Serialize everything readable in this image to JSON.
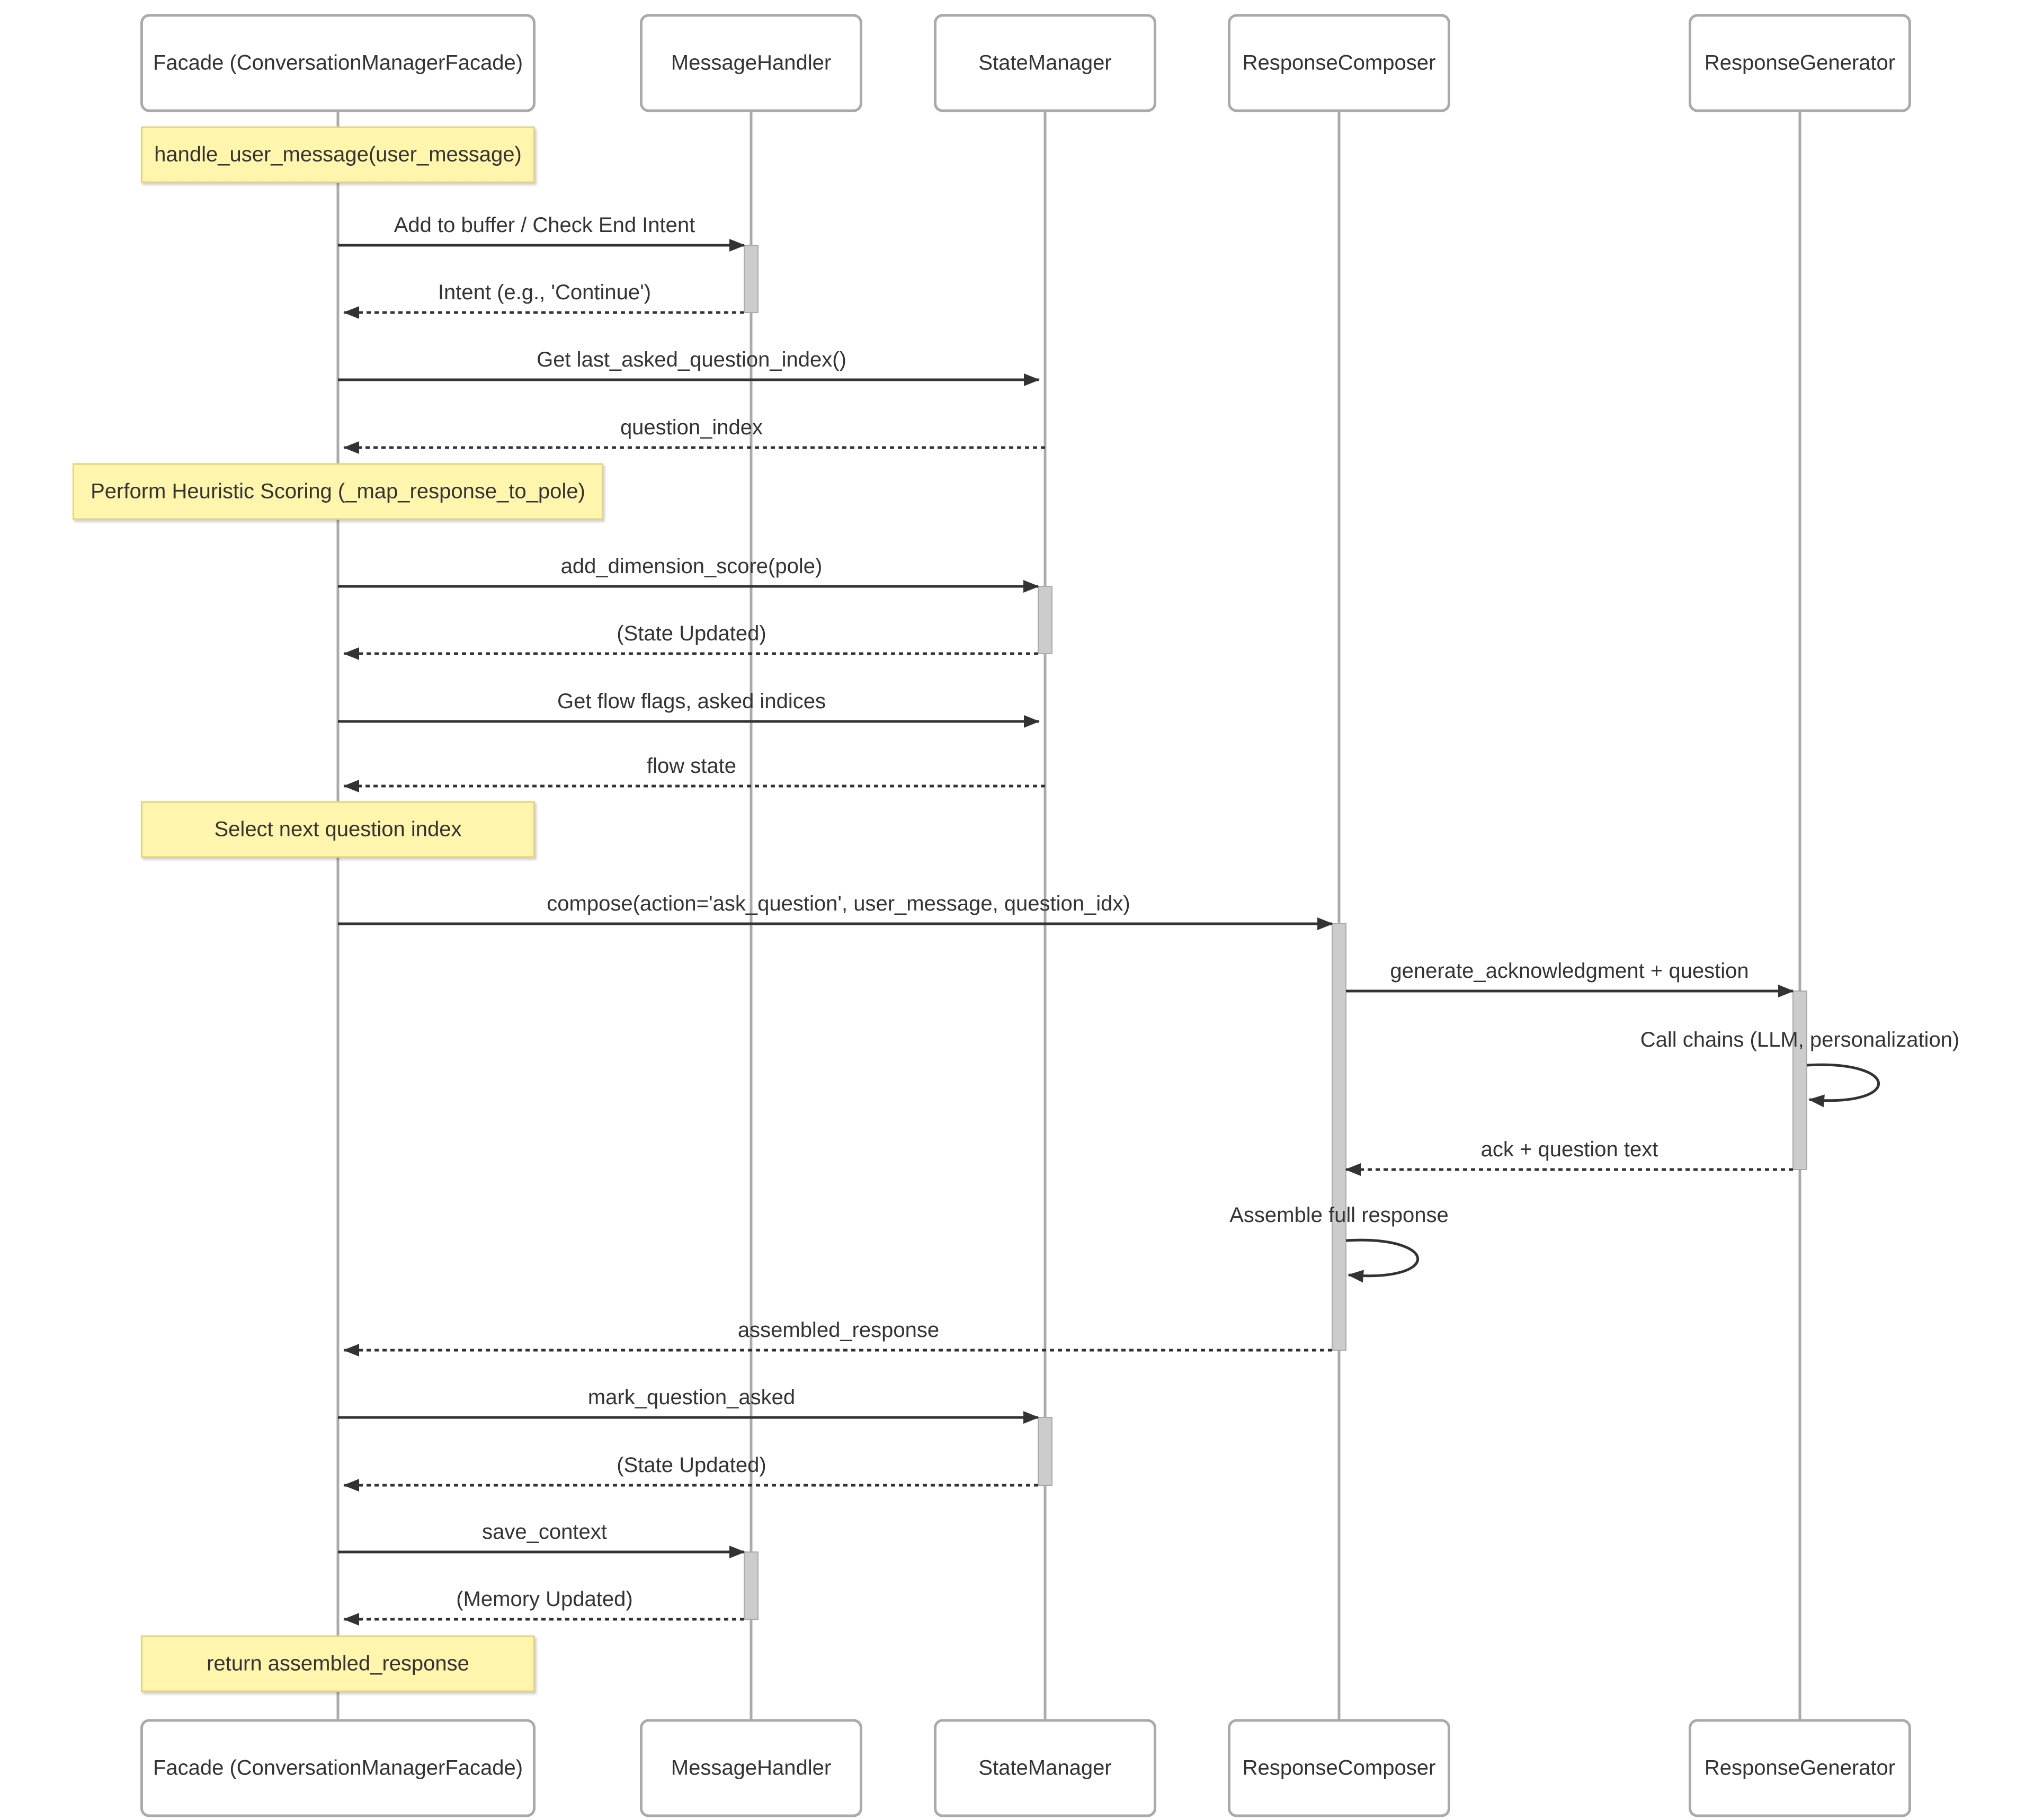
{
  "participants": [
    {
      "id": "facade",
      "label": "Facade (ConversationManagerFacade)"
    },
    {
      "id": "mh",
      "label": "MessageHandler"
    },
    {
      "id": "sm",
      "label": "StateManager"
    },
    {
      "id": "rc",
      "label": "ResponseComposer"
    },
    {
      "id": "rg",
      "label": "ResponseGenerator"
    }
  ],
  "events": [
    {
      "kind": "note",
      "over": "facade",
      "text": "handle_user_message(user_message)"
    },
    {
      "kind": "message",
      "from": "facade",
      "to": "mh",
      "text": "Add to buffer / Check End Intent",
      "style": "solid"
    },
    {
      "kind": "message",
      "from": "mh",
      "to": "facade",
      "text": "Intent (e.g., 'Continue')",
      "style": "dashed"
    },
    {
      "kind": "message",
      "from": "facade",
      "to": "sm",
      "text": "Get last_asked_question_index()",
      "style": "solid"
    },
    {
      "kind": "message",
      "from": "sm",
      "to": "facade",
      "text": "question_index",
      "style": "dashed"
    },
    {
      "kind": "note",
      "over": "facade",
      "text": "Perform Heuristic Scoring (_map_response_to_pole)"
    },
    {
      "kind": "message",
      "from": "facade",
      "to": "sm",
      "text": "add_dimension_score(pole)",
      "style": "solid"
    },
    {
      "kind": "message",
      "from": "sm",
      "to": "facade",
      "text": "(State Updated)",
      "style": "dashed"
    },
    {
      "kind": "message",
      "from": "facade",
      "to": "sm",
      "text": "Get flow flags, asked indices",
      "style": "solid"
    },
    {
      "kind": "message",
      "from": "sm",
      "to": "facade",
      "text": "flow state",
      "style": "dashed"
    },
    {
      "kind": "note",
      "over": "facade",
      "text": "Select next question index"
    },
    {
      "kind": "message",
      "from": "facade",
      "to": "rc",
      "text": "compose(action='ask_question', user_message, question_idx)",
      "style": "solid"
    },
    {
      "kind": "message",
      "from": "rc",
      "to": "rg",
      "text": "generate_acknowledgment + question",
      "style": "solid"
    },
    {
      "kind": "self",
      "on": "rg",
      "text": "Call chains (LLM, personalization)"
    },
    {
      "kind": "message",
      "from": "rg",
      "to": "rc",
      "text": "ack + question text",
      "style": "dashed"
    },
    {
      "kind": "self",
      "on": "rc",
      "text": "Assemble full response"
    },
    {
      "kind": "message",
      "from": "rc",
      "to": "facade",
      "text": "assembled_response",
      "style": "dashed"
    },
    {
      "kind": "message",
      "from": "facade",
      "to": "sm",
      "text": "mark_question_asked",
      "style": "solid"
    },
    {
      "kind": "message",
      "from": "sm",
      "to": "facade",
      "text": "(State Updated)",
      "style": "dashed"
    },
    {
      "kind": "message",
      "from": "facade",
      "to": "mh",
      "text": "save_context",
      "style": "solid"
    },
    {
      "kind": "message",
      "from": "mh",
      "to": "facade",
      "text": "(Memory Updated)",
      "style": "dashed"
    },
    {
      "kind": "note",
      "over": "facade",
      "text": "return assembled_response"
    }
  ],
  "colors": {
    "note_fill": "#fff5ad",
    "note_stroke": "#e6d280",
    "activation_fill": "#cccccc",
    "lifeline": "#aaaaaa",
    "message": "#333333"
  }
}
